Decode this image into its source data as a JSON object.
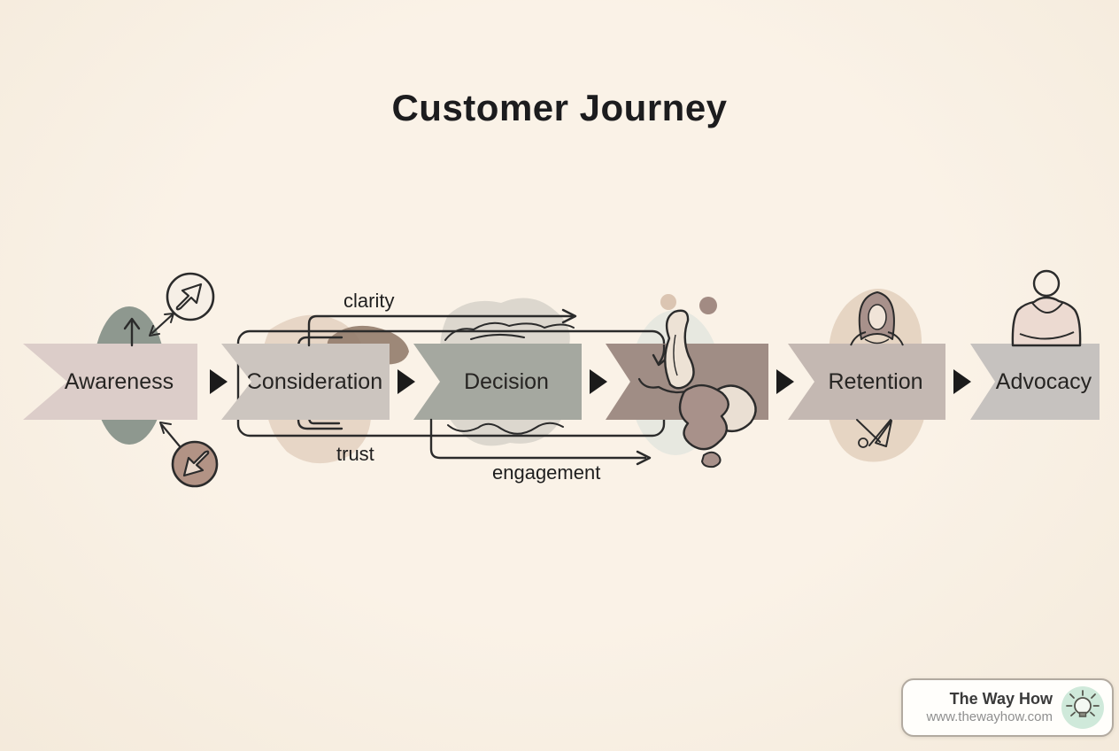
{
  "title": "Customer Journey",
  "stages": [
    {
      "label": "Awareness",
      "color": "#dccdc9"
    },
    {
      "label": "Consideration",
      "color": "#ccc5bf"
    },
    {
      "label": "Decision",
      "color": "#a5a8a0"
    },
    {
      "label": "",
      "color": "#a08d85"
    },
    {
      "label": "Retention",
      "color": "#c4b8b2"
    },
    {
      "label": "Advocacy",
      "color": "#c6c2bf"
    }
  ],
  "flow_labels": {
    "clarity": "clarity",
    "trust": "trust",
    "engagement": "engagement"
  },
  "footer": {
    "brand": "The Way How",
    "url": "www.thewayhow.com"
  },
  "icons": {
    "stage_separator": "arrow-right-icon",
    "awareness_badge_top": "arrow-up-right-icon",
    "awareness_badge_bottom": "arrow-down-left-icon",
    "footer_logo": "lightbulb-icon"
  },
  "palette": {
    "background": "#f8efe4",
    "line": "#2b2b2b",
    "separator": "#1b1b1b",
    "sage_blob": "#8e988f",
    "tan_blob": "#e3d1c0",
    "badge_circle_bottom": "#b29385",
    "lightbulb_circle": "#cfe9da"
  }
}
